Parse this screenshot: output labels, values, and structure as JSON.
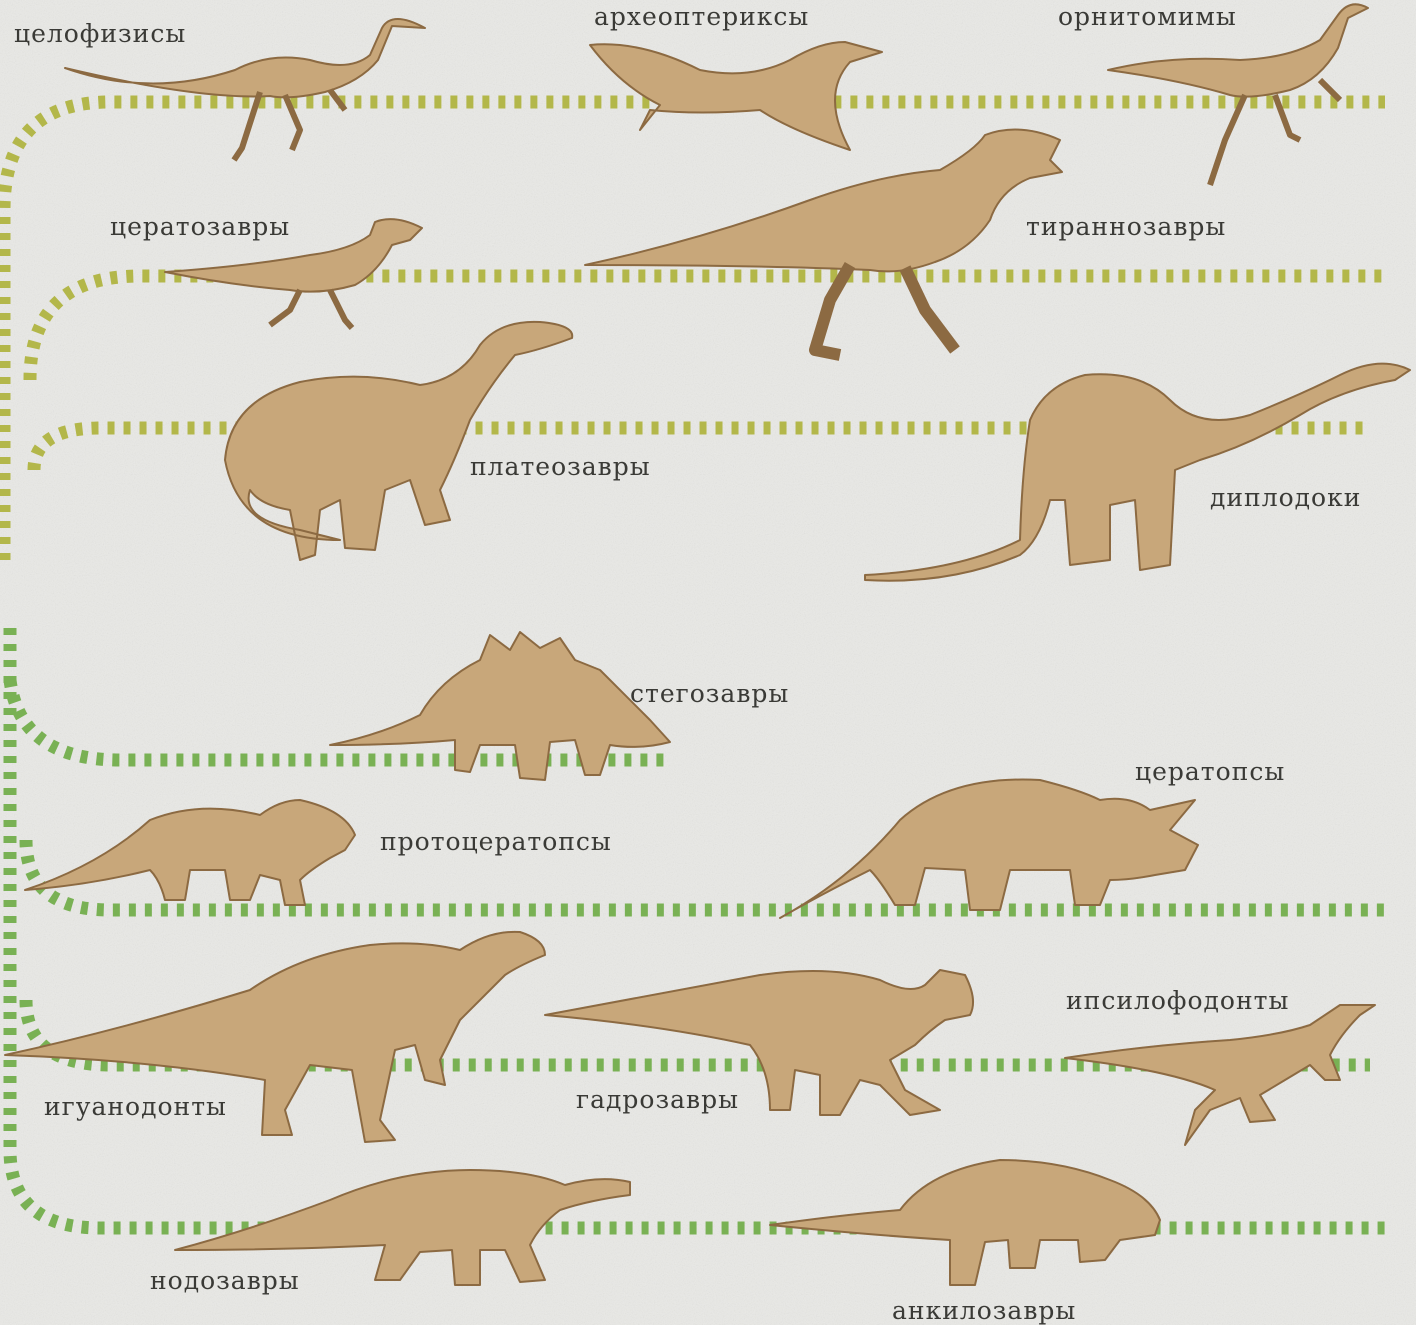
{
  "colors": {
    "background": "#e9e9e6",
    "saurischian_path": "#b3b74a",
    "ornithischian_path": "#79b154",
    "dino_fill": "#c8a77a",
    "dino_shade": "#8c6a42",
    "label": "#3a3a36"
  },
  "saurischians": {
    "coelophysis": "целофизисы",
    "archaeopteryx": "археоптериксы",
    "ornithomimus": "орнитомимы",
    "ceratosaurus": "цератозавры",
    "tyrannosaurus": "тираннозавры",
    "plateosaurus": "платеозавры",
    "diplodocus": "диплодоки"
  },
  "ornithischians": {
    "stegosaurus": "стегозавры",
    "ceratopsians": "цератопсы",
    "protoceratops": "протоцератопсы",
    "iguanodon": "игуанодонты",
    "hadrosaurs": "гадрозавры",
    "hypsilophodon": "ипсилофодонты",
    "nodosaurs": "нодозавры",
    "ankylosaurs": "анкилозавры"
  }
}
